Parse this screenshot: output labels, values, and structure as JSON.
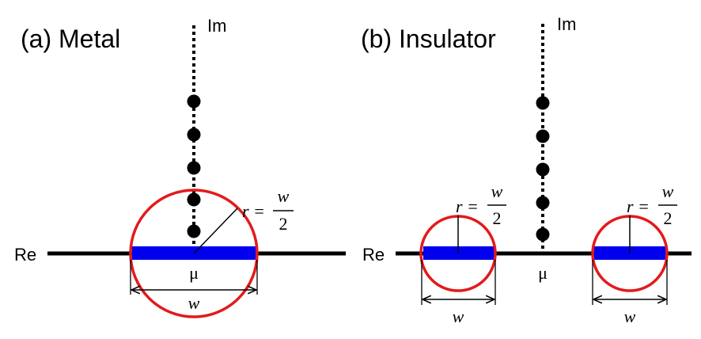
{
  "panels": [
    {
      "id": "a",
      "title": "(a) Metal",
      "axis_real": "Re",
      "axis_imag": "Im",
      "mu": "μ",
      "radius_lhs": "r =",
      "radius_num": "w",
      "radius_den": "2",
      "width_label": "w",
      "matsubara_points_above_axis": 5,
      "circles": 1
    },
    {
      "id": "b",
      "title": "(b) Insulator",
      "axis_real": "Re",
      "axis_imag": "Im",
      "mu": "μ",
      "radius_left_lhs": "r =",
      "radius_left_num": "w",
      "radius_left_den": "2",
      "radius_right_lhs": "r =",
      "radius_right_num": "w",
      "radius_right_den": "2",
      "width_left_label": "w",
      "width_right_label": "w",
      "matsubara_points_above_axis": 5,
      "circles": 2
    }
  ],
  "colors": {
    "axis": "#000000",
    "circle": "#e31a1c",
    "band": "#0000ee",
    "points": "#000000"
  }
}
